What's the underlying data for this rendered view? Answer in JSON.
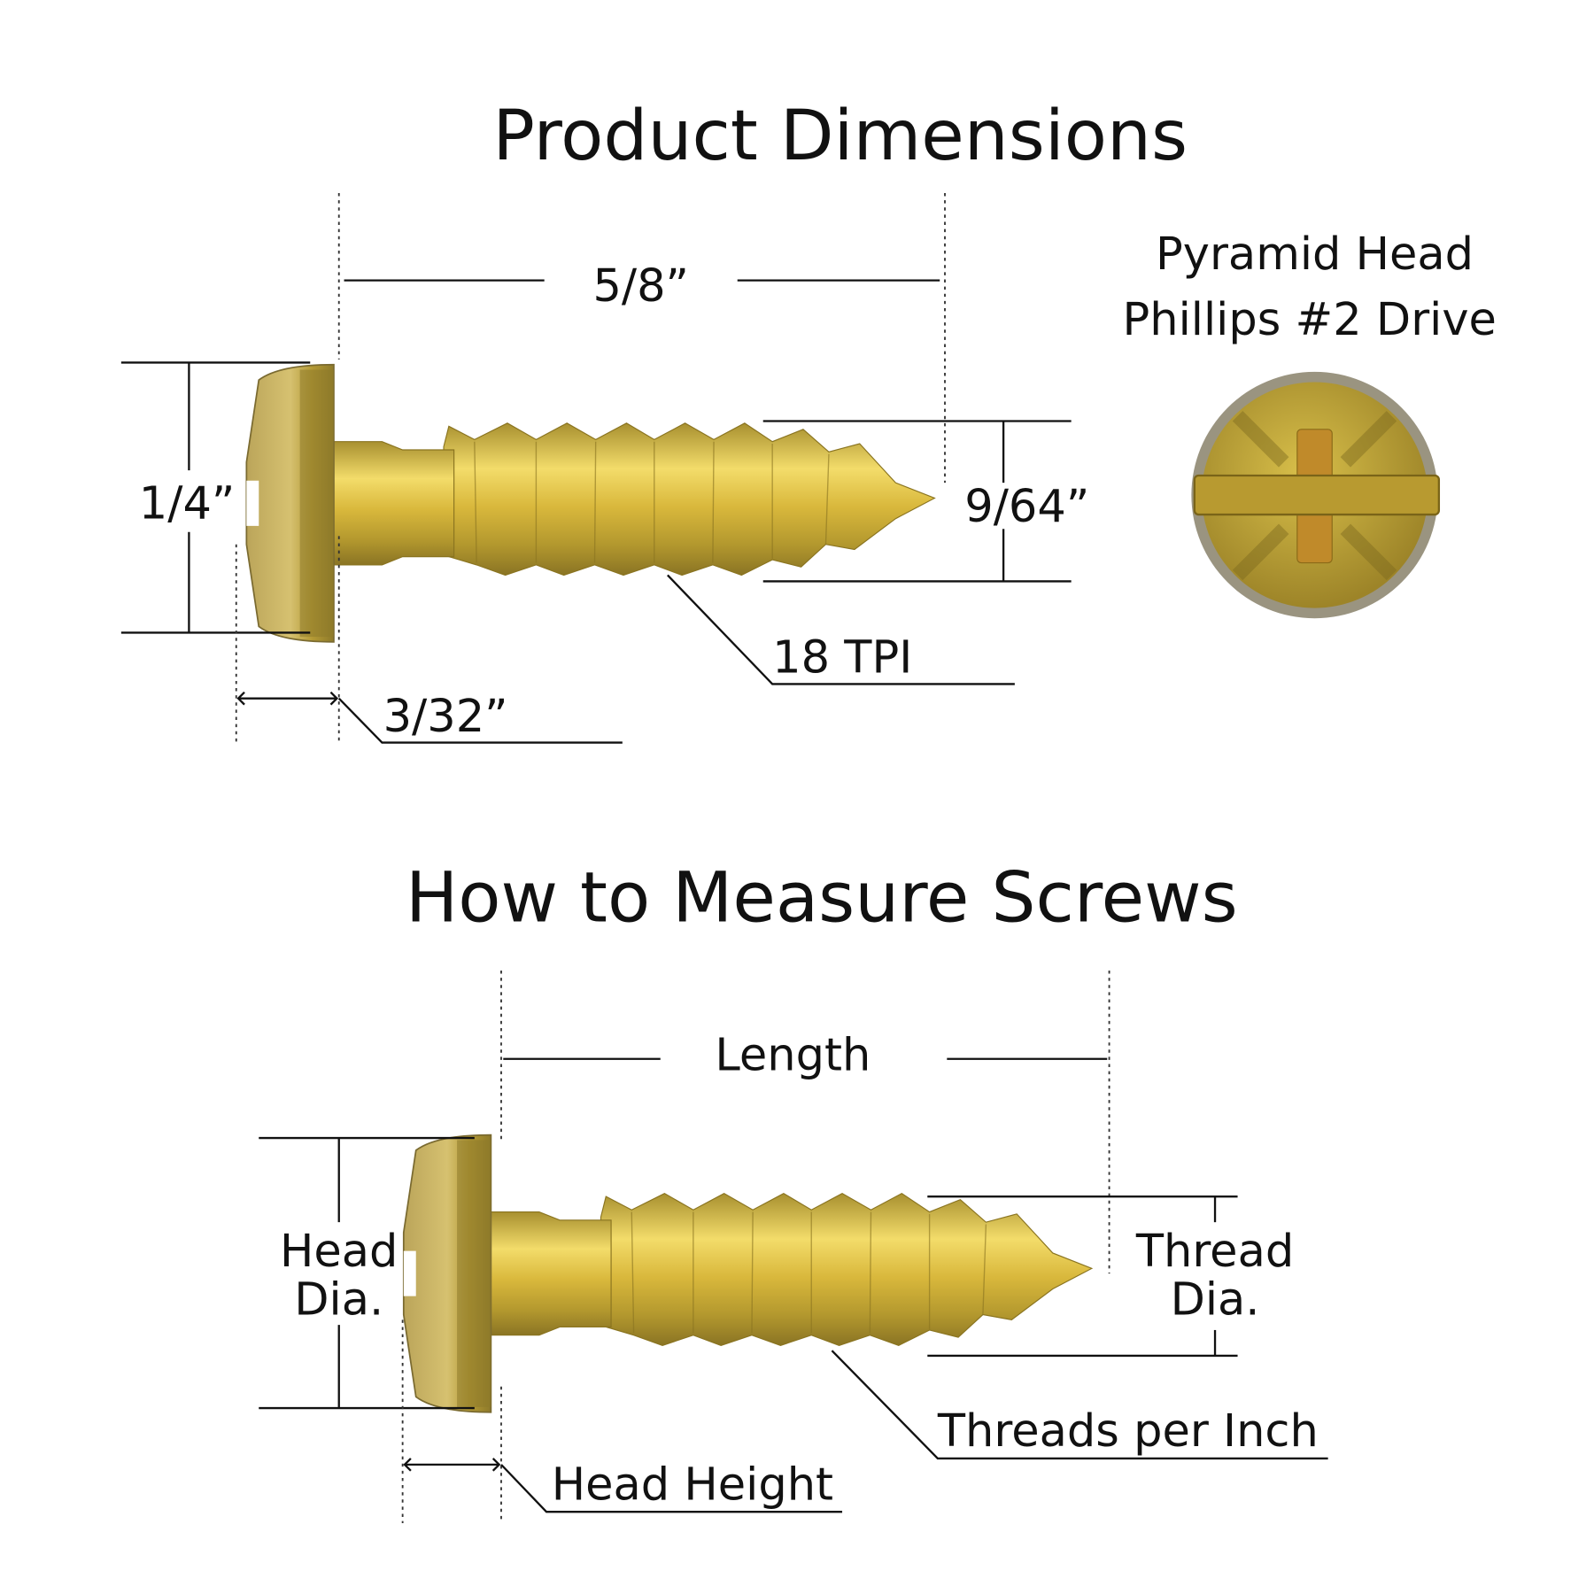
{
  "top": {
    "title": "Product Dimensions",
    "length": "5/8”",
    "head_diameter": "1/4”",
    "thread_diameter": "9/64”",
    "tpi": "18 TPI",
    "head_height": "3/32”",
    "drive_line1": "Pyramid Head",
    "drive_line2": "Phillips #2 Drive"
  },
  "bottom": {
    "title": "How to Measure Screws",
    "length": "Length",
    "head_dia_line1": "Head",
    "head_dia_line2": "Dia.",
    "thread_dia_line1": "Thread",
    "thread_dia_line2": "Dia.",
    "tpi": "Threads per Inch",
    "head_height": "Head Height"
  },
  "colors": {
    "brass": "#c9a93a",
    "brass_light": "#f0d860",
    "brass_dark": "#8a7420",
    "rim": "#9a9480"
  }
}
